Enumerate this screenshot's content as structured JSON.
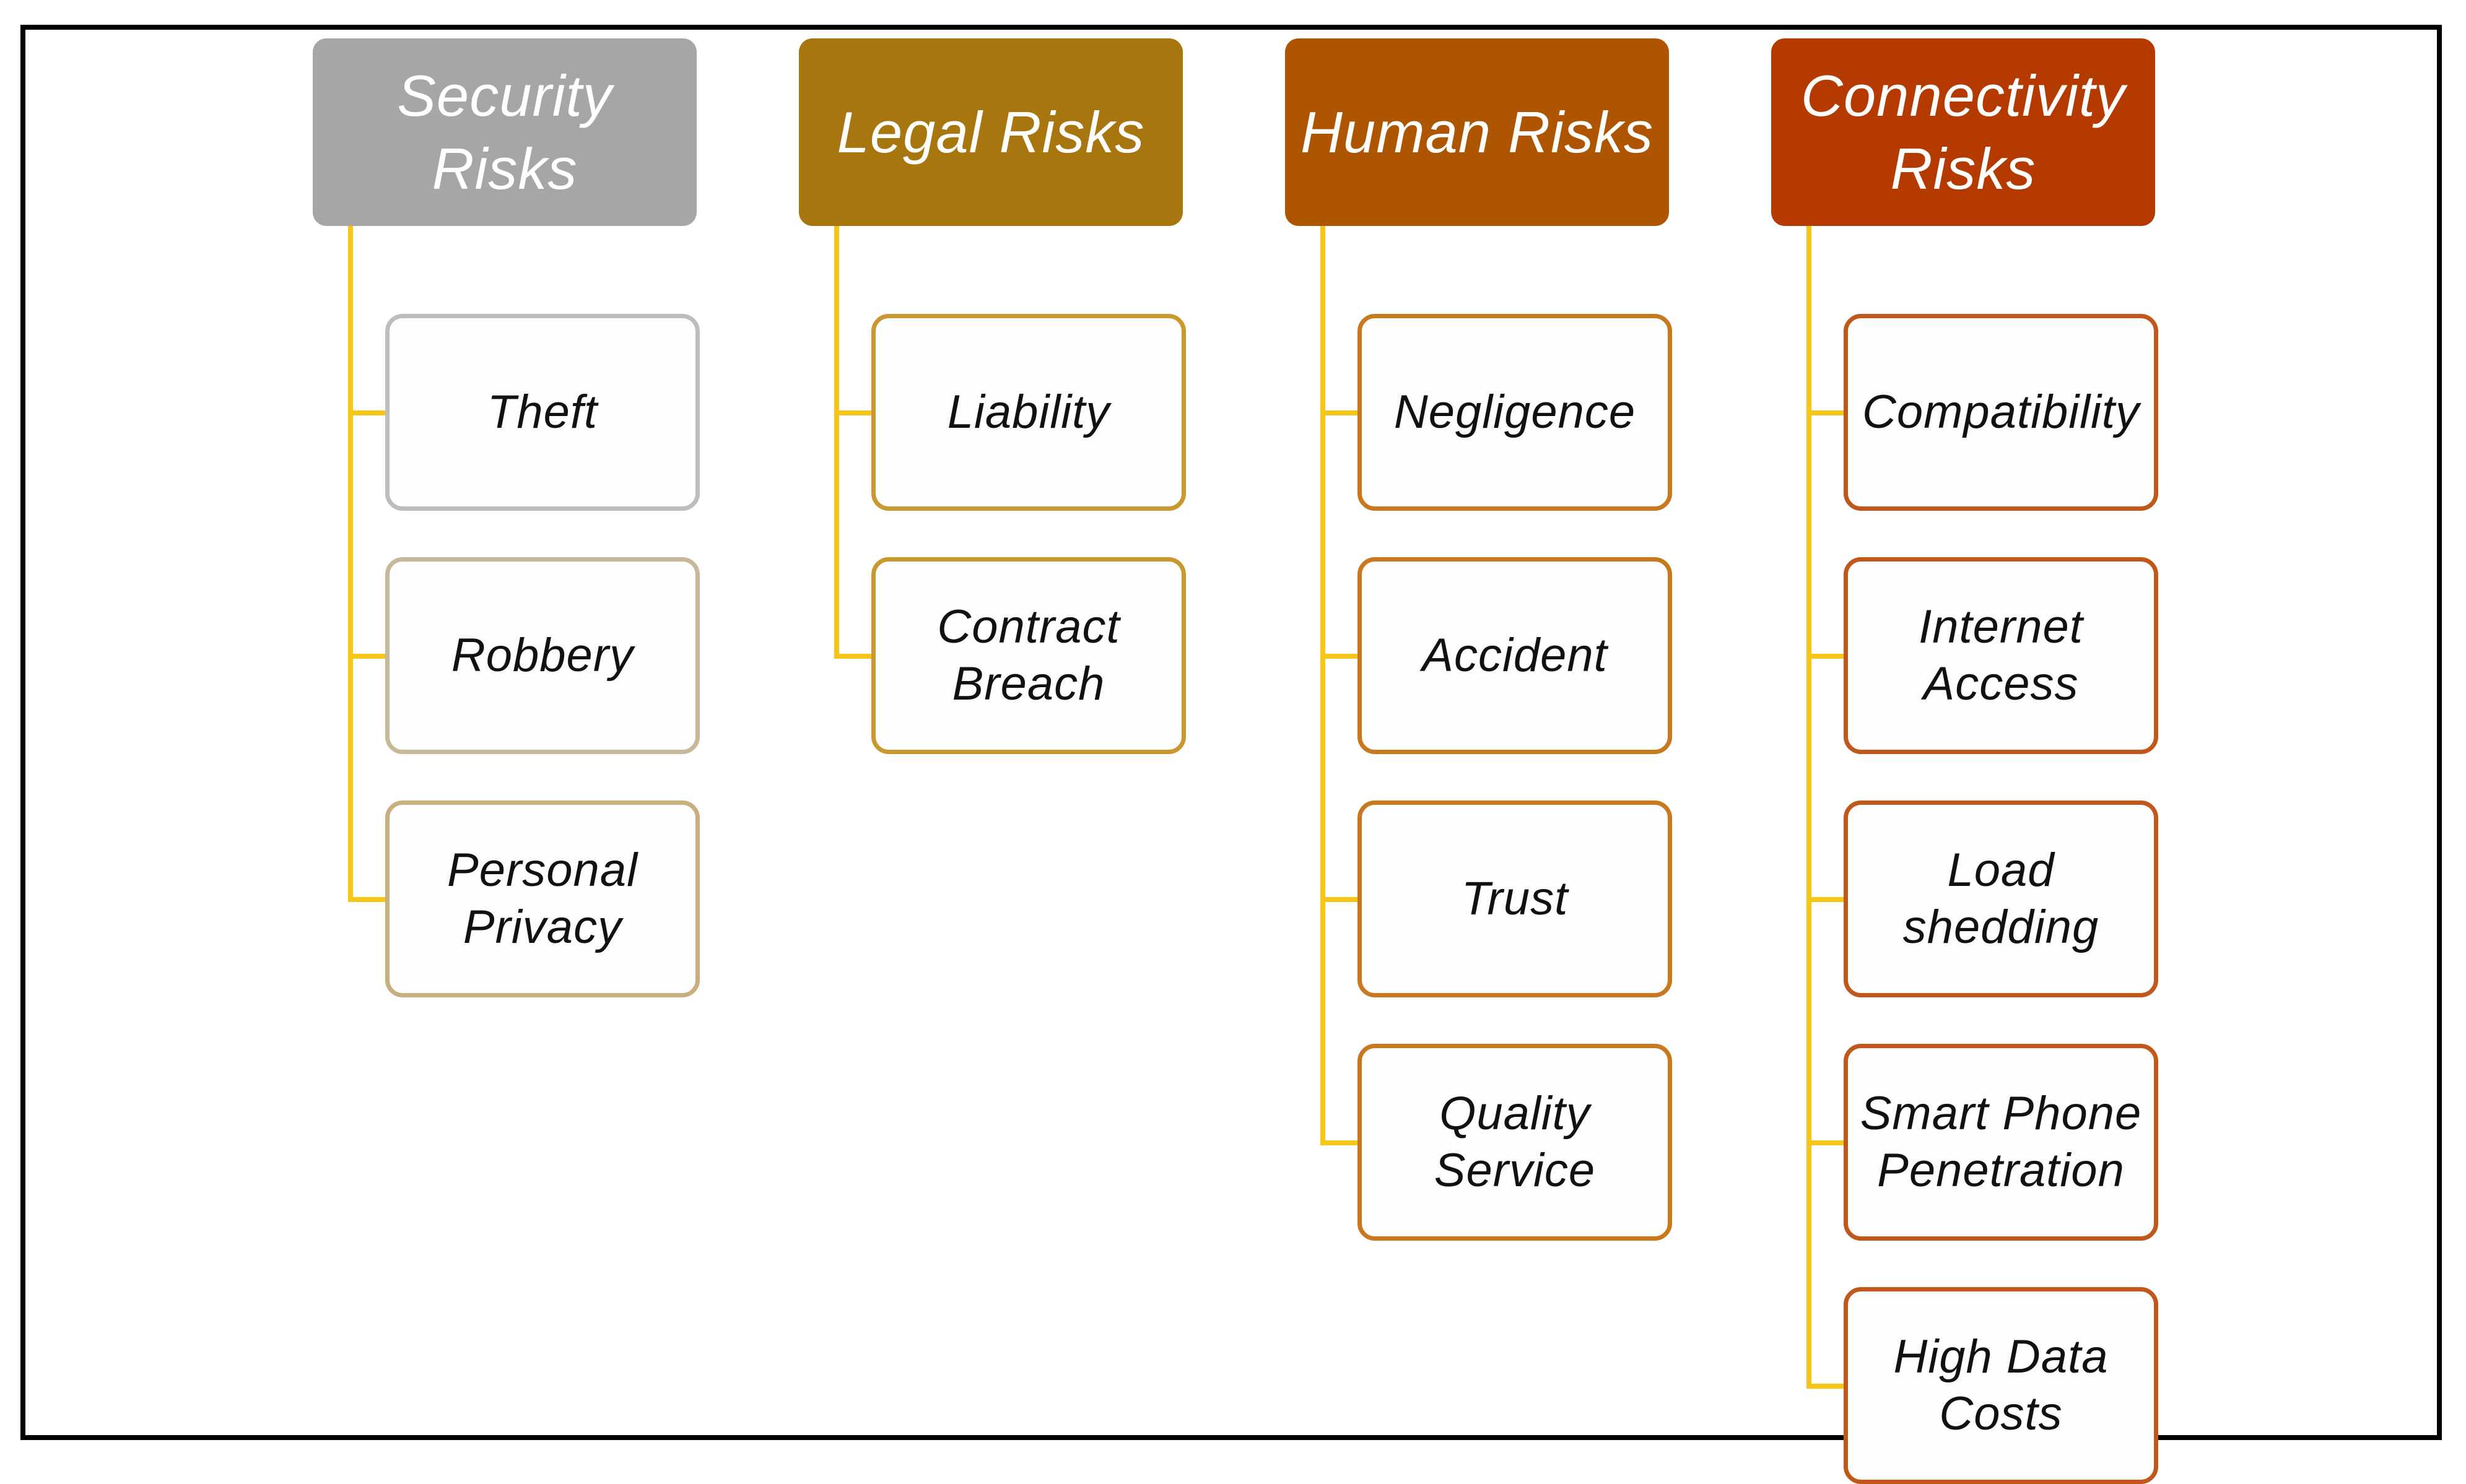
{
  "columns": [
    {
      "title": "Security\nRisks",
      "color": "#a6a6a6",
      "items": [
        "Theft",
        "Robbery",
        "Personal\nPrivacy"
      ],
      "item_border_colors": [
        "#bdbdbd",
        "#c8b89a",
        "#c9ae7e"
      ]
    },
    {
      "title": "Legal Risks",
      "color": "#a8760f",
      "items": [
        "Liability",
        "Contract\nBreach"
      ],
      "item_border_colors": [
        "#c9982f",
        "#c9982f"
      ]
    },
    {
      "title": "Human Risks",
      "color": "#ad5500",
      "items": [
        "Negligence",
        "Accident",
        "Trust",
        "Quality\nService"
      ],
      "item_border_colors": [
        "#c8781d",
        "#c8781d",
        "#c8781d",
        "#c8781d"
      ]
    },
    {
      "title": "Connectivity\nRisks",
      "color": "#b53a00",
      "items": [
        "Compatibility",
        "Internet\nAccess",
        "Load\nshedding",
        "Smart Phone\nPenetration",
        "High Data\nCosts"
      ],
      "item_border_colors": [
        "#c0581c",
        "#c0581c",
        "#c0581c",
        "#c0581c",
        "#c0581c"
      ]
    }
  ],
  "connector_color": "#f5c518"
}
